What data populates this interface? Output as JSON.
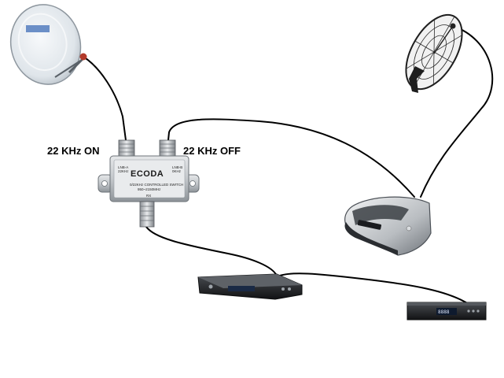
{
  "labels": {
    "port_a": "22 KHz ON",
    "port_b": "22 KHz OFF"
  },
  "switch": {
    "brand": "ECODA",
    "port_a_label": "LNB-A",
    "port_a_tone": "22KHz",
    "port_b_label": "LNB-B",
    "port_b_tone": "0KHz",
    "description_line1": "0/22KHz CONTROLLED SWITCH",
    "description_line2": "950~2150MHz",
    "output_label": "RX"
  },
  "receiver_display": "8888",
  "colors": {
    "cable": "#000000",
    "background": "#ffffff",
    "dish_white": "#e9eef3",
    "dish_mesh": "#2b2b2b",
    "metal": "#bfc3c7"
  }
}
